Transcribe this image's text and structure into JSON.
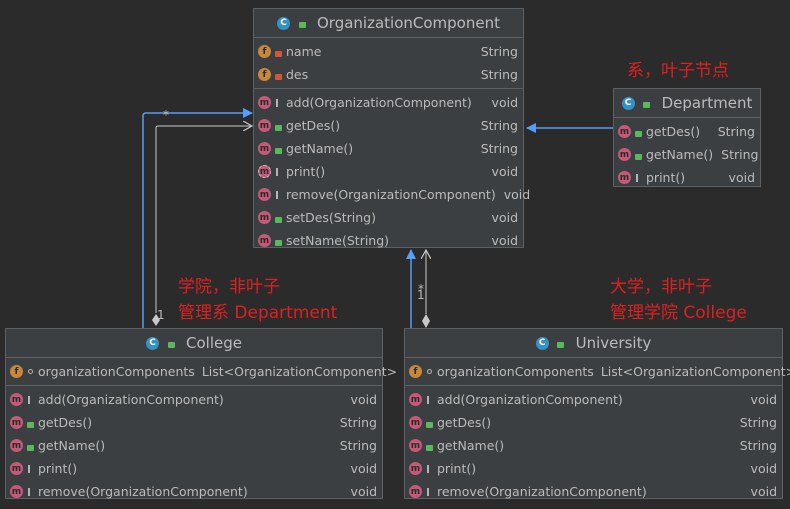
{
  "classes": {
    "component": {
      "title": "OrganizationComponent",
      "fields": [
        {
          "name": "name",
          "type": "String"
        },
        {
          "name": "des",
          "type": "String"
        }
      ],
      "methods": [
        {
          "name": "add(OrganizationComponent)",
          "type": "void"
        },
        {
          "name": "getDes()",
          "type": "String"
        },
        {
          "name": "getName()",
          "type": "String"
        },
        {
          "name": "print()",
          "type": "void"
        },
        {
          "name": "remove(OrganizationComponent)",
          "type": "void"
        },
        {
          "name": "setDes(String)",
          "type": "void"
        },
        {
          "name": "setName(String)",
          "type": "void"
        }
      ]
    },
    "department": {
      "title": "Department",
      "methods": [
        {
          "name": "getDes()",
          "type": "String"
        },
        {
          "name": "getName()",
          "type": "String"
        },
        {
          "name": "print()",
          "type": "void"
        }
      ]
    },
    "college": {
      "title": "College",
      "fields": [
        {
          "name": "organizationComponents",
          "type": "List<OrganizationComponent>"
        }
      ],
      "methods": [
        {
          "name": "add(OrganizationComponent)",
          "type": "void"
        },
        {
          "name": "getDes()",
          "type": "String"
        },
        {
          "name": "getName()",
          "type": "String"
        },
        {
          "name": "print()",
          "type": "void"
        },
        {
          "name": "remove(OrganizationComponent)",
          "type": "void"
        }
      ]
    },
    "university": {
      "title": "University",
      "fields": [
        {
          "name": "organizationComponents",
          "type": "List<OrganizationComponent>"
        }
      ],
      "methods": [
        {
          "name": "add(OrganizationComponent)",
          "type": "void"
        },
        {
          "name": "getDes()",
          "type": "String"
        },
        {
          "name": "getName()",
          "type": "String"
        },
        {
          "name": "print()",
          "type": "void"
        },
        {
          "name": "remove(OrganizationComponent)",
          "type": "void"
        }
      ]
    }
  },
  "notes": {
    "department_line1": "系，叶子节点",
    "college_line1": "学院，非叶子",
    "college_line2": "管理系 Department",
    "university_line1": "大学，非叶子",
    "university_line2": "管理学院 College"
  },
  "multiplicities": {
    "college_many": "*",
    "college_one": "1",
    "university_many": "*",
    "university_one": "1"
  },
  "icons": {
    "class": "C",
    "field": "f",
    "method": "m"
  },
  "colors": {
    "background": "#2b2b2b",
    "box": "#3c3f41",
    "inherit_arrow": "#589df6",
    "assoc_line": "#c8c8c8",
    "note": "#e02020"
  }
}
